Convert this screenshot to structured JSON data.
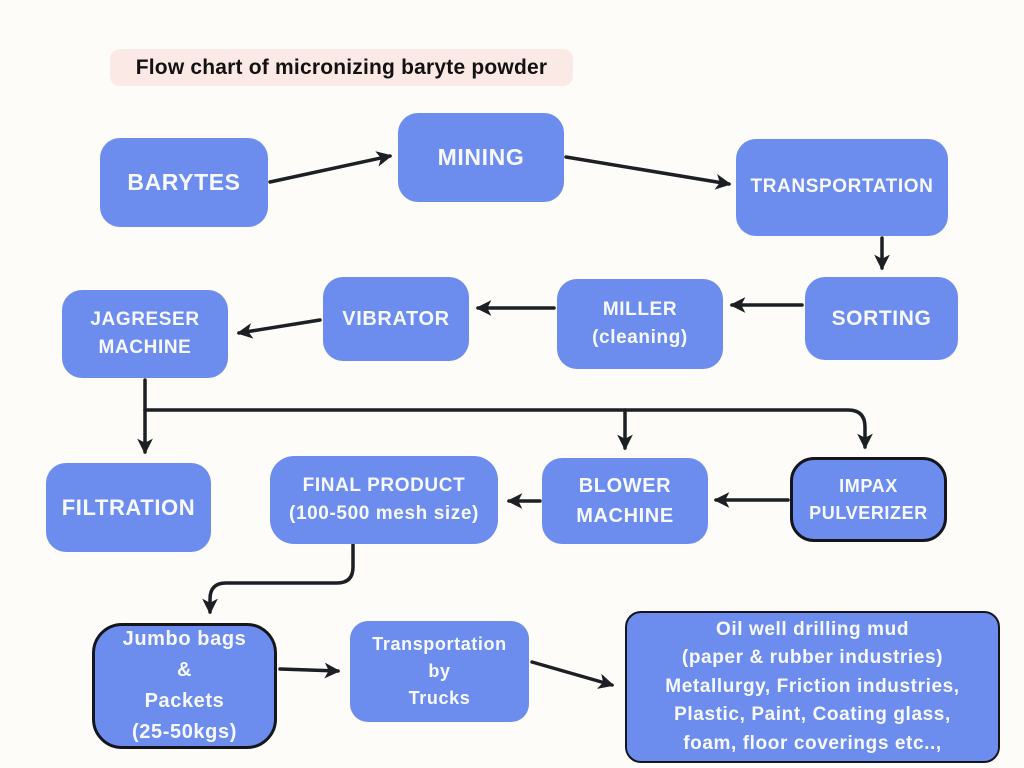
{
  "title": "Flow chart of micronizing baryte powder",
  "colors": {
    "node_fill": "#6D8DEE",
    "node_text": "#F8F9FC",
    "title_background": "#FBE9E5",
    "title_text": "#121212",
    "arrow": "#1C1F24",
    "dark_border": "#14161C",
    "page_background": "#FDFCF9"
  },
  "nodes": {
    "barytes": {
      "label": "BARYTES"
    },
    "mining": {
      "label": "MINING"
    },
    "transportation": {
      "label": "TRANSPORTATION"
    },
    "sorting": {
      "label": "SORTING"
    },
    "miller": {
      "label": "MILLER\n(cleaning)"
    },
    "vibrator": {
      "label": "VIBRATOR"
    },
    "jagreser": {
      "label": "JAGRESER\nMACHINE"
    },
    "filtration": {
      "label": "FILTRATION"
    },
    "final_product": {
      "label": "FINAL PRODUCT\n(100-500 mesh size)"
    },
    "blower": {
      "label": "BLOWER\nMACHINE"
    },
    "impax": {
      "label": "IMPAX\nPULVERIZER"
    },
    "jumbo_bags": {
      "label": "Jumbo bags\n&\nPackets\n(25-50kgs)"
    },
    "truck_transport": {
      "label": "Transportation\nby\nTrucks"
    },
    "applications": {
      "label": "Oil well drilling mud\n(paper & rubber industries)\nMetallurgy, Friction industries,\nPlastic, Paint, Coating glass,\nfoam, floor coverings etc..,"
    }
  }
}
